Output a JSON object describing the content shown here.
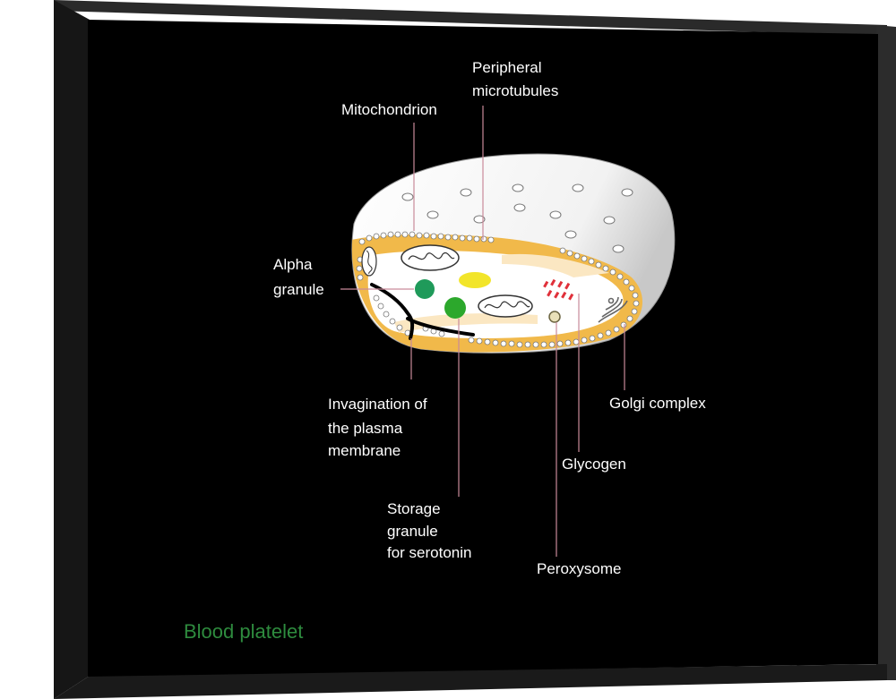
{
  "title": "Blood platelet",
  "colors": {
    "background": "#000000",
    "frame": "#1e1e1e",
    "title": "#2e8b3e",
    "cytoplasm": "#f1b94a",
    "body": "#ffffff",
    "alpha_granule": "#1f9a5a",
    "serotonin_granule": "#2ca82c",
    "yellow_granule": "#f2e52a",
    "glycogen": "#e0303a",
    "leader_line": "#c98a9a",
    "label_text": "#ffffff"
  },
  "labels": {
    "peripheral": [
      "Peripheral",
      "microtubules"
    ],
    "mitochondrion": [
      "Mitochondrion"
    ],
    "alpha": [
      "Alpha",
      "granule"
    ],
    "invagination": [
      "Invagination of",
      "the plasma",
      "membrane"
    ],
    "storage": [
      "Storage",
      "granule",
      "for serotonin"
    ],
    "golgi": [
      "Golgi complex"
    ],
    "glycogen": [
      "Glycogen"
    ],
    "peroxysome": [
      "Peroxysome"
    ]
  }
}
